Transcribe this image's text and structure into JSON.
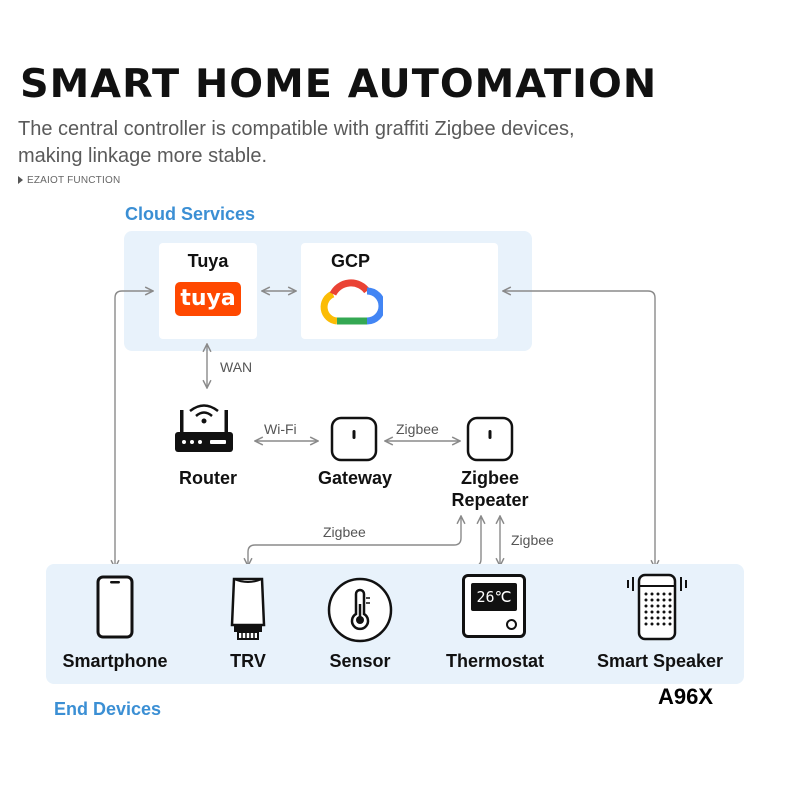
{
  "header": {
    "title": "SMART HOME AUTOMATION",
    "subtitle_line1": "The central controller is compatible with graffiti Zigbee devices,",
    "subtitle_line2": "making linkage more stable.",
    "tag": "EZAIOT FUNCTION"
  },
  "cloud": {
    "section_label": "Cloud Services",
    "tuya": {
      "title": "Tuya",
      "logo_text": "tuya"
    },
    "gcp": {
      "title": "GCP"
    }
  },
  "network": {
    "router": "Router",
    "gateway": "Gateway",
    "repeater_line1": "Zigbee",
    "repeater_line2": "Repeater"
  },
  "links": {
    "wan": "WAN",
    "wifi": "Wi-Fi",
    "zigbee_gateway_repeater": "Zigbee",
    "zigbee_to_trv": "Zigbee",
    "zigbee_to_thermostat": "Zigbee"
  },
  "devices": {
    "section_label": "End Devices",
    "smartphone": "Smartphone",
    "trv": "TRV",
    "sensor": "Sensor",
    "thermostat": "Thermostat",
    "thermostat_display": "26℃",
    "speaker": "Smart Speaker"
  },
  "watermark": "A96X",
  "colors": {
    "accent_blue": "#3b8fd4",
    "panel_bg": "#e8f2fb",
    "tuya_orange": "#ff4800",
    "line_gray": "#8a8a8a"
  }
}
